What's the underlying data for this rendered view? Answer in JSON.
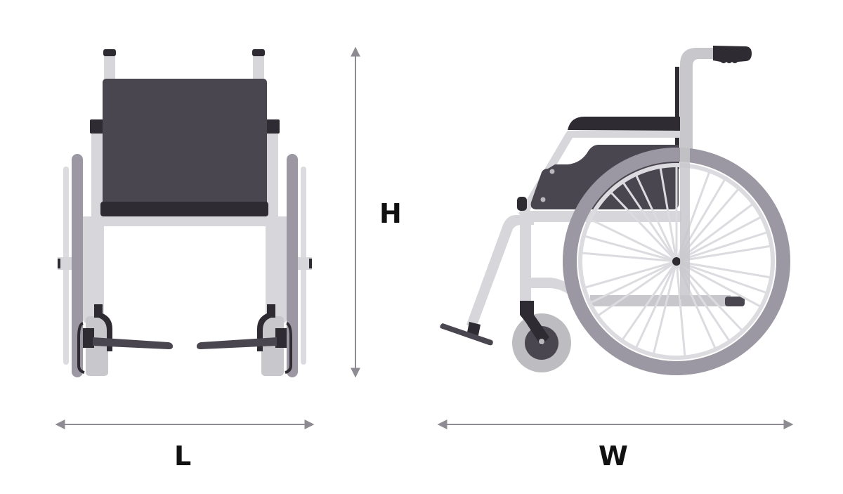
{
  "diagram": {
    "title": "Wheelchair dimensions",
    "views": [
      {
        "name": "front-view",
        "description": "Wheelchair front view"
      },
      {
        "name": "side-view",
        "description": "Wheelchair side view"
      }
    ],
    "dimensions": {
      "length_label": "L",
      "height_label": "H",
      "width_label": "W"
    },
    "colors": {
      "background": "#ffffff",
      "frame_light": "#d7d6da",
      "frame_mid": "#c8c7cb",
      "upholstery": "#4a4650",
      "upholstery_dark": "#2e2b33",
      "tire": "#9b97a3",
      "wheel_rim": "#dcdbdf",
      "caster": "#bdbcc0",
      "arrow": "#8e8c92",
      "label": "#111111"
    }
  }
}
